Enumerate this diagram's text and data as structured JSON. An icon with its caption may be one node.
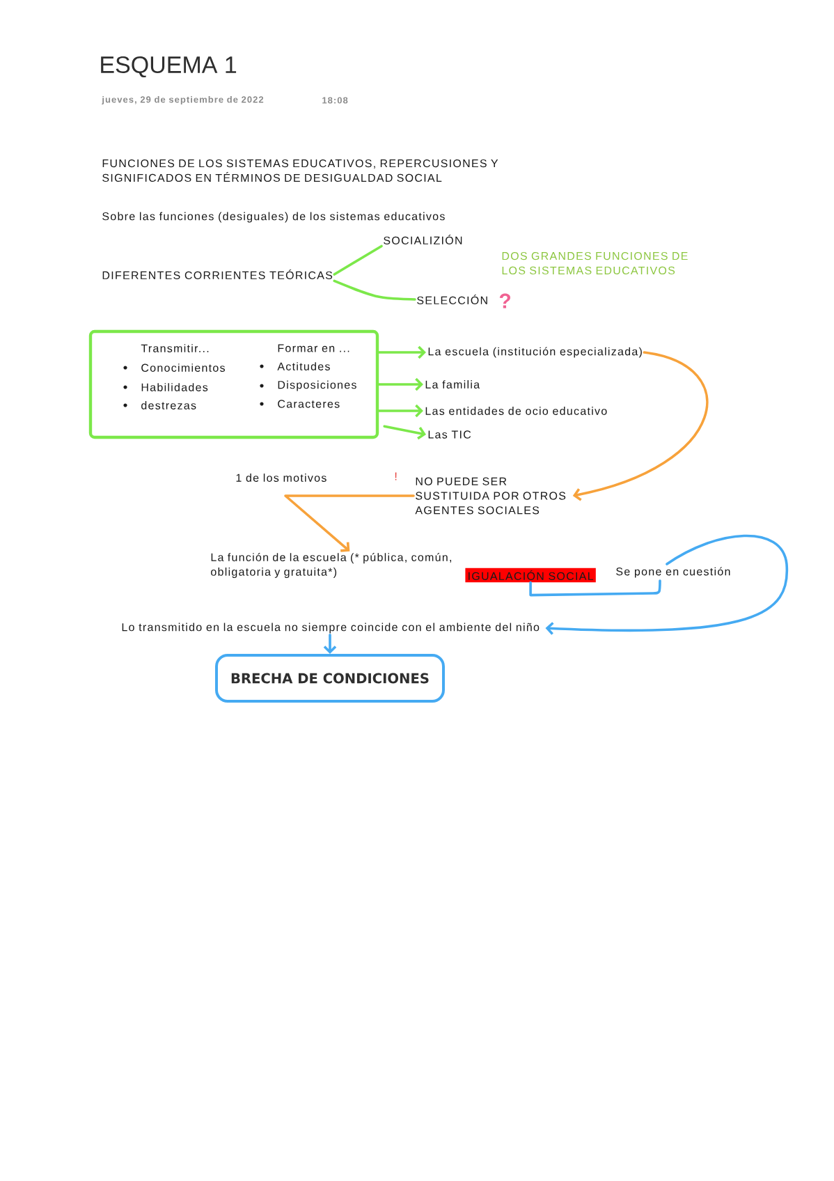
{
  "diagram": {
    "title": "ESQUEMA 1",
    "nodes": [
      {
        "text": [
          "DIFERENTES CORRIENTES TEÓRICAS"
        ]
      },
      {
        "text": [
          "SOCIALIZIÓN"
        ]
      },
      {
        "text": [
          "SELECCIÓN"
        ]
      },
      {
        "text": [
          "Transmitir...",
          "Conocimientos",
          "Habilidades",
          "destrezas",
          "Formar en ...",
          "Actitudes",
          "Disposiciones",
          "Caracteres"
        ]
      },
      {
        "text": [
          "La escuela (institución especializada)"
        ]
      },
      {
        "text": [
          "La familia"
        ]
      },
      {
        "text": [
          "Las entidades de ocio educativo"
        ]
      },
      {
        "text": [
          "Las TIC"
        ]
      },
      {
        "text": [
          "NO PUEDE SER SUSTITUIDA POR OTROS AGENTES SOCIALES"
        ]
      },
      {
        "text": [
          "La función de la escuela (* pública, común, obligatoria y gratuita*)"
        ]
      },
      {
        "text": [
          "IGUALACIÓN SOCIAL"
        ]
      },
      {
        "text": [
          "Se pone en cuestión"
        ]
      },
      {
        "text": [
          "Lo transmitido en la escuela no siempre coincide con el ambiente del niño"
        ]
      },
      {
        "text": [
          "BRECHA DE CONDICIONES"
        ]
      }
    ],
    "edges": [
      {
        "from": 0,
        "to": 1,
        "arrow": "none"
      },
      {
        "from": 0,
        "to": 2,
        "arrow": "none"
      },
      {
        "from": 3,
        "to": 4,
        "arrow": "to"
      },
      {
        "from": 3,
        "to": 5,
        "arrow": "to"
      },
      {
        "from": 3,
        "to": 6,
        "arrow": "to"
      },
      {
        "from": 3,
        "to": 7,
        "arrow": "to"
      },
      {
        "from": 4,
        "to": 8,
        "arrow": "to",
        "color": "#f7a23b"
      },
      {
        "from": 8,
        "to": 9,
        "arrow": "to",
        "color": "#f7a23b",
        "label": "1 de los motivos"
      },
      {
        "from": 10,
        "to": 11,
        "arrow": "none",
        "color": "#45aaf2"
      },
      {
        "from": 11,
        "to": 12,
        "arrow": "to",
        "color": "#45aaf2"
      },
      {
        "from": 12,
        "to": 13,
        "arrow": "to",
        "color": "#45aaf2"
      }
    ],
    "labels": [
      "jueves, 29 de septiembre de 2022",
      "18:08",
      "FUNCIONES DE LOS SISTEMAS EDUCATIVOS, REPERCUSIONES Y SIGNIFICADOS EN TÉRMINOS DE DESIGUALDAD SOCIAL",
      "Sobre las funciones (desiguales) de los sistemas educativos",
      "DOS GRANDES FUNCIONES DE LOS SISTEMAS EDUCATIVOS",
      "?",
      "!"
    ]
  }
}
